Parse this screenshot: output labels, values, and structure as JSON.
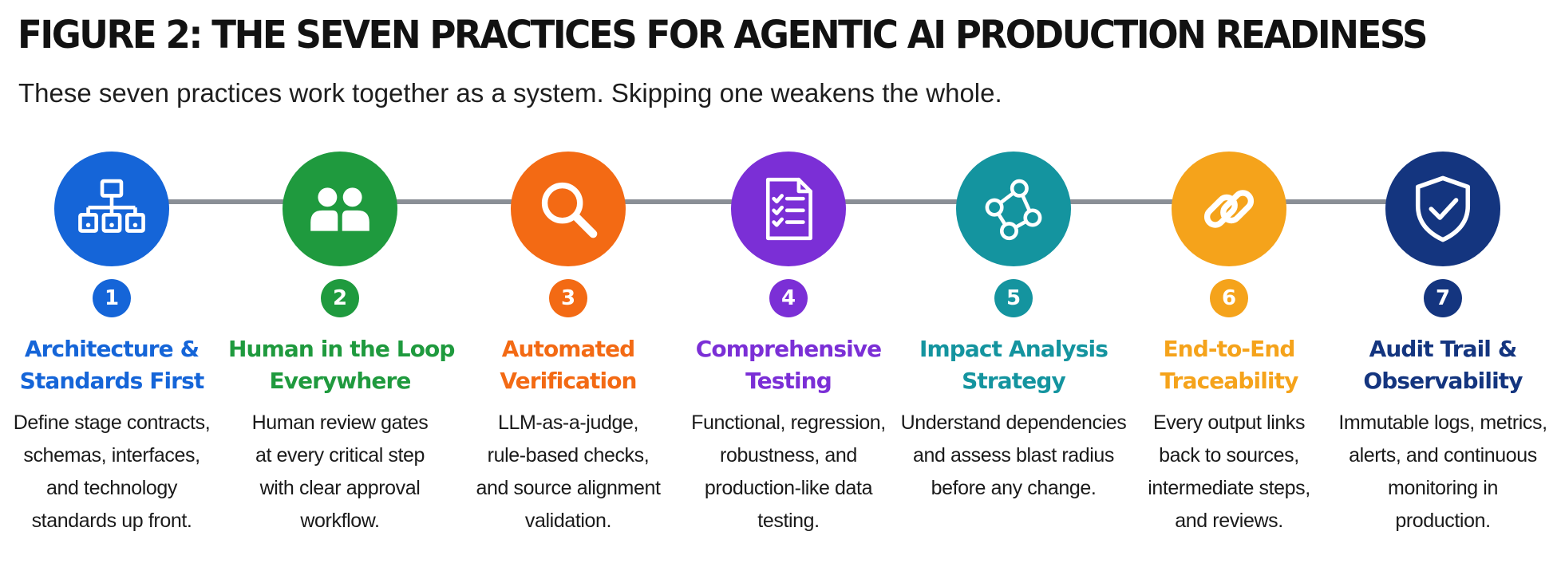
{
  "title": "FIGURE 2: THE SEVEN PRACTICES FOR AGENTIC AI PRODUCTION READINESS",
  "subtitle": "These seven practices work together as a system. Skipping one weakens the whole.",
  "steps": [
    {
      "number": "1",
      "color": "#1565d8",
      "icon": "hierarchy-icon",
      "title": [
        "Architecture &",
        "Standards First"
      ],
      "description": [
        "Define stage contracts,",
        "schemas, interfaces,",
        "and technology",
        "standards up front."
      ]
    },
    {
      "number": "2",
      "color": "#1f9a3e",
      "icon": "people-icon",
      "title": [
        "Human in the Loop",
        "Everywhere"
      ],
      "description": [
        "Human review gates",
        "at every critical step",
        "with clear approval",
        "workflow."
      ]
    },
    {
      "number": "3",
      "color": "#f36a14",
      "icon": "magnifier-icon",
      "title": [
        "Automated",
        "Verification"
      ],
      "description": [
        "LLM-as-a-judge,",
        "rule-based checks,",
        "and source alignment",
        "validation."
      ]
    },
    {
      "number": "4",
      "color": "#7b2fd6",
      "icon": "checklist-icon",
      "title": [
        "Comprehensive",
        "Testing"
      ],
      "description": [
        "Functional, regression,",
        "robustness, and",
        "production-like data",
        "testing."
      ]
    },
    {
      "number": "5",
      "color": "#14949f",
      "icon": "network-icon",
      "title": [
        "Impact Analysis",
        "Strategy"
      ],
      "description": [
        "Understand dependencies",
        "and assess blast radius",
        "before any change."
      ]
    },
    {
      "number": "6",
      "color": "#f5a31b",
      "icon": "link-icon",
      "title": [
        "End-to-End",
        "Traceability"
      ],
      "description": [
        "Every output links",
        "back to sources,",
        "intermediate steps,",
        "and reviews."
      ]
    },
    {
      "number": "7",
      "color": "#14357f",
      "icon": "shield-check-icon",
      "title": [
        "Audit Trail &",
        "Observability"
      ],
      "description": [
        "Immutable logs, metrics,",
        "alerts, and continuous",
        "monitoring in",
        "production."
      ]
    }
  ]
}
